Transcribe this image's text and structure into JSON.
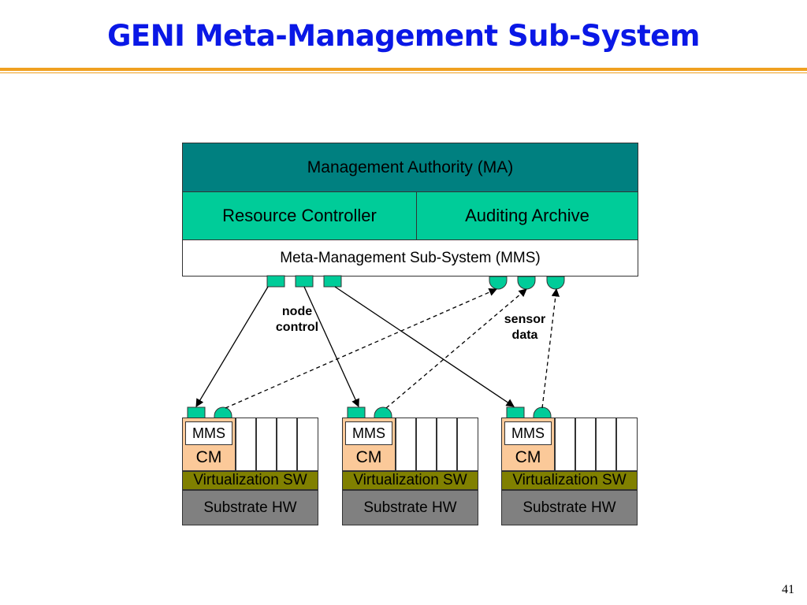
{
  "slide": {
    "title": "GENI Meta-Management Sub-System",
    "page_number": "41"
  },
  "colors": {
    "title": "#0a18e6",
    "accent_rule": "#f0a020",
    "ma": "#008080",
    "controller": "#00cc99",
    "connector": "#00cc99",
    "cm": "#fbc999",
    "virtualization": "#808000",
    "substrate": "#808080"
  },
  "management": {
    "authority": "Management Authority (MA)",
    "resource_controller": "Resource Controller",
    "auditing_archive": "Auditing Archive",
    "mms": "Meta-Management Sub-System (MMS)"
  },
  "labels": {
    "node_control_line1": "node",
    "node_control_line2": "control",
    "sensor_data_line1": "sensor",
    "sensor_data_line2": "data"
  },
  "nodes": [
    {
      "mms": "MMS",
      "cm": "CM",
      "virtualization": "Virtualization SW",
      "substrate": "Substrate HW"
    },
    {
      "mms": "MMS",
      "cm": "CM",
      "virtualization": "Virtualization SW",
      "substrate": "Substrate HW"
    },
    {
      "mms": "MMS",
      "cm": "CM",
      "virtualization": "Virtualization SW",
      "substrate": "Substrate HW"
    }
  ]
}
